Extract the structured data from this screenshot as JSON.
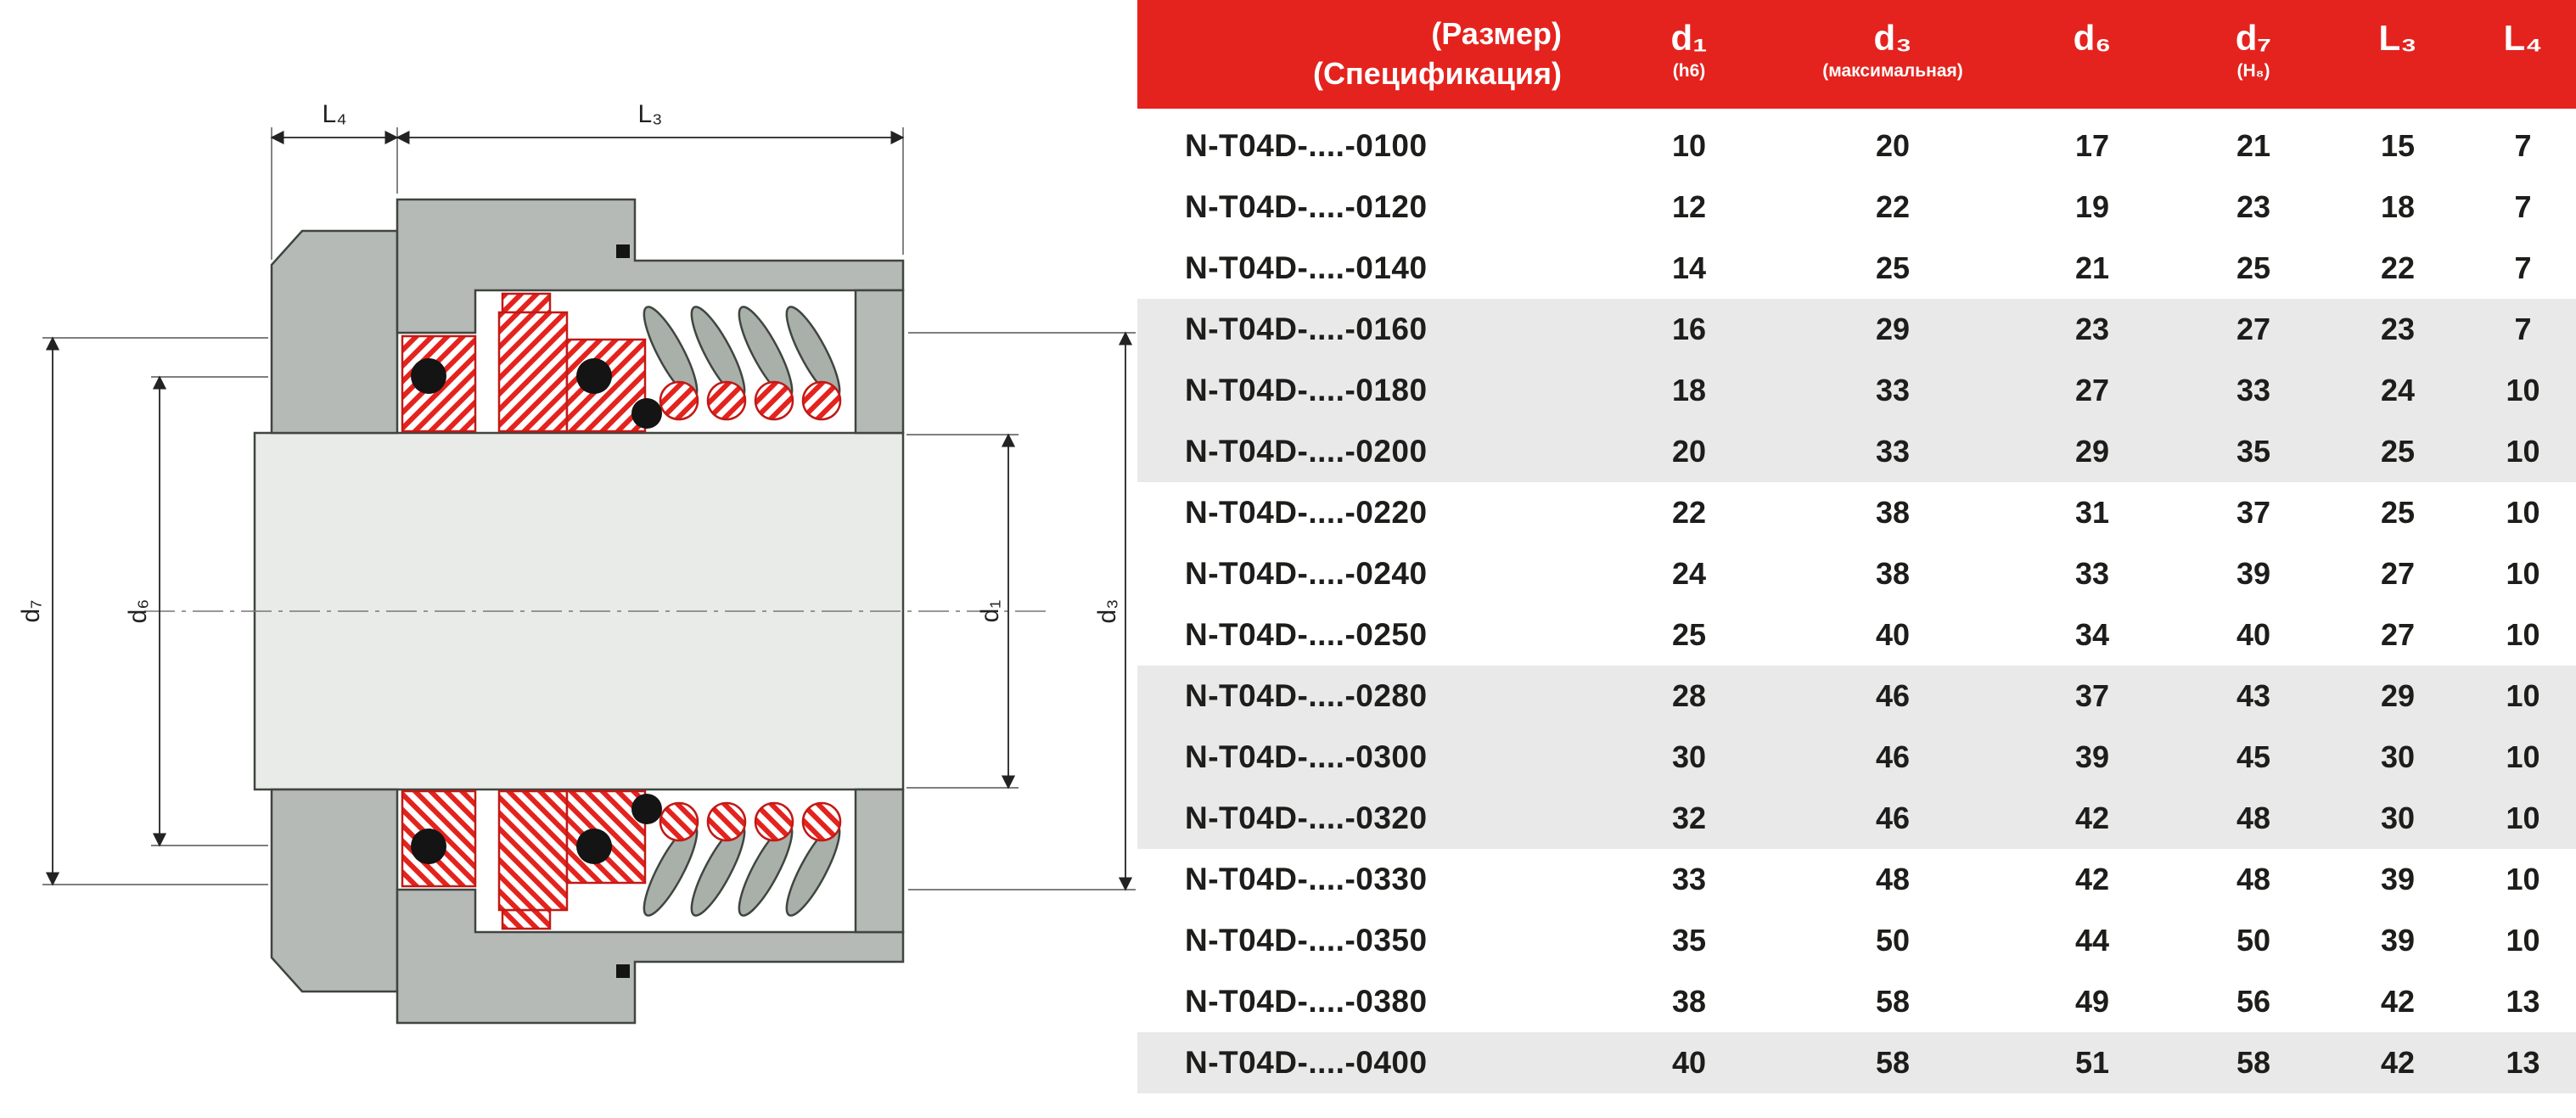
{
  "colors": {
    "header_red": "#e4231e",
    "row_alt_gray": "#e9e9e9",
    "seal_red": "#e4231e",
    "housing_gray": "#b6bab6",
    "text_dark": "#1d1d1b"
  },
  "diagram": {
    "labels": {
      "L4": "L₄",
      "L3": "L₃",
      "d7": "d₇",
      "d6": "d₆",
      "d1": "d₁",
      "d3": "d₃"
    }
  },
  "table": {
    "header": {
      "spec_col_line1": "(Размер)",
      "spec_col_line2": "(Спецификация)",
      "cols": [
        {
          "label": "d₁",
          "note": "(h6)"
        },
        {
          "label": "d₃",
          "note": "(максимальная)"
        },
        {
          "label": "d₆",
          "note": ""
        },
        {
          "label": "d₇",
          "note": "(H₈)"
        },
        {
          "label": "L₃",
          "note": ""
        },
        {
          "label": "L₄",
          "note": ""
        }
      ]
    },
    "rows": [
      {
        "model": "N-T04D-....-0100",
        "values": [
          10,
          20,
          17,
          21,
          15,
          7
        ]
      },
      {
        "model": "N-T04D-....-0120",
        "values": [
          12,
          22,
          19,
          23,
          18,
          7
        ]
      },
      {
        "model": "N-T04D-....-0140",
        "values": [
          14,
          25,
          21,
          25,
          22,
          7
        ]
      },
      {
        "model": "N-T04D-....-0160",
        "values": [
          16,
          29,
          23,
          27,
          23,
          7
        ]
      },
      {
        "model": "N-T04D-....-0180",
        "values": [
          18,
          33,
          27,
          33,
          24,
          10
        ]
      },
      {
        "model": "N-T04D-....-0200",
        "values": [
          20,
          33,
          29,
          35,
          25,
          10
        ]
      },
      {
        "model": "N-T04D-....-0220",
        "values": [
          22,
          38,
          31,
          37,
          25,
          10
        ]
      },
      {
        "model": "N-T04D-....-0240",
        "values": [
          24,
          38,
          33,
          39,
          27,
          10
        ]
      },
      {
        "model": "N-T04D-....-0250",
        "values": [
          25,
          40,
          34,
          40,
          27,
          10
        ]
      },
      {
        "model": "N-T04D-....-0280",
        "values": [
          28,
          46,
          37,
          43,
          29,
          10
        ]
      },
      {
        "model": "N-T04D-....-0300",
        "values": [
          30,
          46,
          39,
          45,
          30,
          10
        ]
      },
      {
        "model": "N-T04D-....-0320",
        "values": [
          32,
          46,
          42,
          48,
          30,
          10
        ]
      },
      {
        "model": "N-T04D-....-0330",
        "values": [
          33,
          48,
          42,
          48,
          39,
          10
        ]
      },
      {
        "model": "N-T04D-....-0350",
        "values": [
          35,
          50,
          44,
          50,
          39,
          10
        ]
      },
      {
        "model": "N-T04D-....-0380",
        "values": [
          38,
          58,
          49,
          56,
          42,
          13
        ]
      },
      {
        "model": "N-T04D-....-0400",
        "values": [
          40,
          58,
          51,
          58,
          42,
          13
        ]
      }
    ]
  }
}
